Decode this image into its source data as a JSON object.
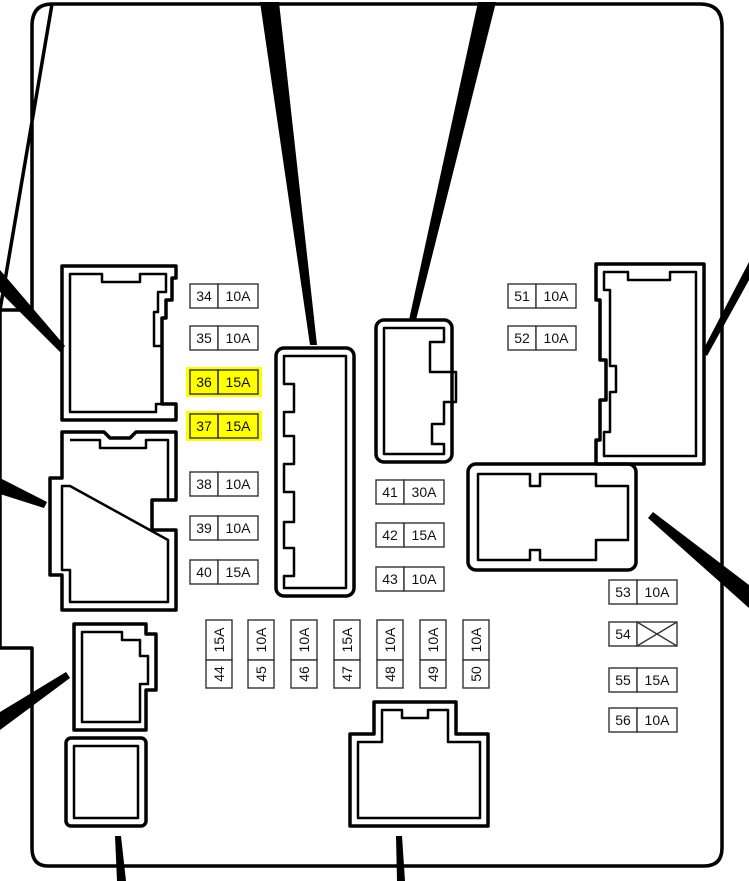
{
  "diagram": {
    "highlight_color": "#ffff00",
    "fuses_horizontal": [
      {
        "num": "34",
        "amp": "10A",
        "highlighted": false
      },
      {
        "num": "35",
        "amp": "10A",
        "highlighted": false
      },
      {
        "num": "36",
        "amp": "15A",
        "highlighted": true
      },
      {
        "num": "37",
        "amp": "15A",
        "highlighted": true
      },
      {
        "num": "38",
        "amp": "10A",
        "highlighted": false
      },
      {
        "num": "39",
        "amp": "10A",
        "highlighted": false
      },
      {
        "num": "40",
        "amp": "15A",
        "highlighted": false
      },
      {
        "num": "41",
        "amp": "30A",
        "highlighted": false
      },
      {
        "num": "42",
        "amp": "15A",
        "highlighted": false
      },
      {
        "num": "43",
        "amp": "10A",
        "highlighted": false
      },
      {
        "num": "51",
        "amp": "10A",
        "highlighted": false
      },
      {
        "num": "52",
        "amp": "10A",
        "highlighted": false
      },
      {
        "num": "53",
        "amp": "10A",
        "highlighted": false
      },
      {
        "num": "54",
        "amp": "",
        "highlighted": false,
        "empty": true
      },
      {
        "num": "55",
        "amp": "15A",
        "highlighted": false
      },
      {
        "num": "56",
        "amp": "10A",
        "highlighted": false
      }
    ],
    "fuses_vertical": [
      {
        "num": "44",
        "amp": "15A"
      },
      {
        "num": "45",
        "amp": "10A"
      },
      {
        "num": "46",
        "amp": "10A"
      },
      {
        "num": "47",
        "amp": "15A"
      },
      {
        "num": "48",
        "amp": "10A"
      },
      {
        "num": "49",
        "amp": "10A"
      },
      {
        "num": "50",
        "amp": "10A"
      }
    ]
  }
}
